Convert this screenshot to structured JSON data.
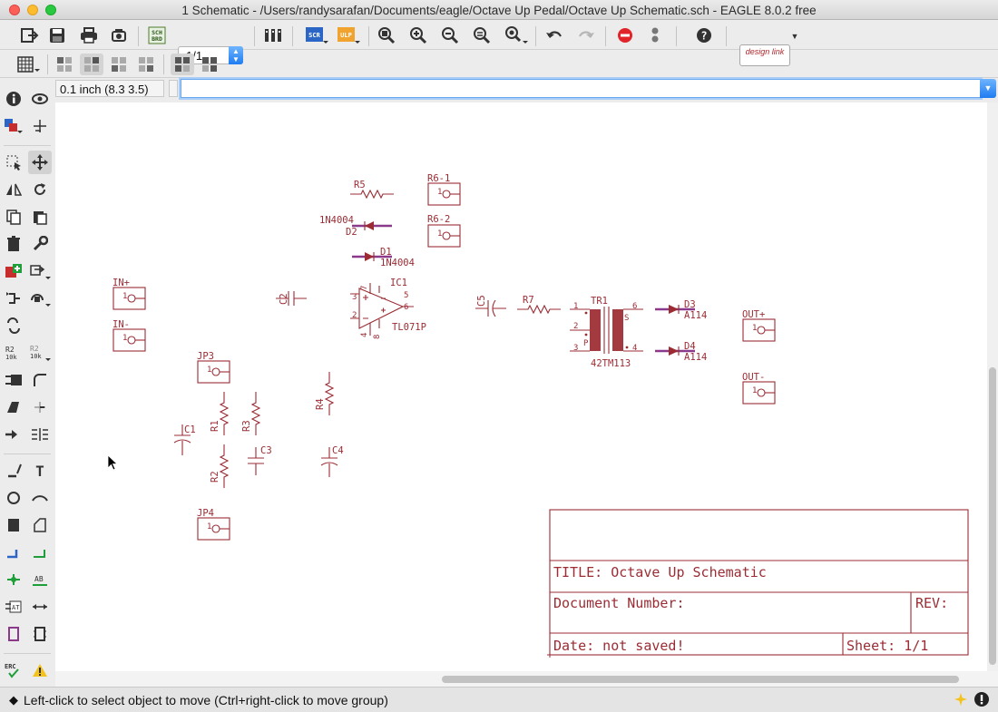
{
  "window": {
    "title": "1 Schematic - /Users/randysarafan/Documents/eagle/Octave Up Pedal/Octave Up Schematic.sch - EAGLE 8.0.2 free"
  },
  "toolbar": {
    "sheet_value": "1/1",
    "sch_brd_label": "SCH BRD",
    "scr_label": "SCR",
    "ulp_label": "ULP",
    "designlink_label": "design link",
    "icons": [
      "export-icon",
      "save-icon",
      "print-icon",
      "cam-icon",
      "sch-brd-switch-icon",
      "sheet-spinner",
      "library-icon",
      "script-icon",
      "ulp-icon",
      "zoom-fit-icon",
      "zoom-in-icon",
      "zoom-out-icon",
      "zoom-select-icon",
      "zoom-redraw-icon",
      "undo-icon",
      "redo-icon",
      "stop-icon",
      "go-icon",
      "help-icon",
      "design-link-icon"
    ]
  },
  "coordinate": {
    "value": "0.1 inch (8.3 3.5)"
  },
  "command": {
    "value": ""
  },
  "schematic": {
    "labels": {
      "r5": "R5",
      "r6_1": "R6-1",
      "r6_2": "R6-2",
      "d2_value": "1N4004",
      "d2": "D2",
      "d1": "D1",
      "d1_value": "1N4004",
      "in_plus": "IN+",
      "in_minus": "IN-",
      "c2": "C2",
      "ic1": "IC1",
      "ic1_value": "TL071P",
      "c5": "C5",
      "r7": "R7",
      "tr1": "TR1",
      "tr1_value": "42TM113",
      "d3": "D3",
      "d3_value": "A114",
      "d4": "D4",
      "d4_value": "A114",
      "out_plus": "OUT+",
      "out_minus": "OUT-",
      "jp3": "JP3",
      "jp4": "JP4",
      "c1": "C1",
      "r1": "R1",
      "r3": "R3",
      "c3": "C3",
      "r4": "R4",
      "c4": "C4",
      "r2": "R2",
      "pin1": "1",
      "pin2": "2",
      "pin3": "3",
      "pin4": "4",
      "pin5": "5",
      "pin6": "6",
      "pin7": "7",
      "pin8": "8",
      "pin_s": "S",
      "pin_p": "P"
    },
    "title_block": {
      "title": "TITLE:  Octave Up Schematic",
      "doc_number": "Document Number:",
      "rev": "REV:",
      "date": "Date: not saved!",
      "sheet": "Sheet: 1/1"
    }
  },
  "status": {
    "message": "Left-click to select object to move (Ctrl+right-click to move group)"
  },
  "colors": {
    "schematic_red": "#9b2c34",
    "net_purple": "#8b3a8b",
    "accent_blue": "#1f7cf1"
  }
}
